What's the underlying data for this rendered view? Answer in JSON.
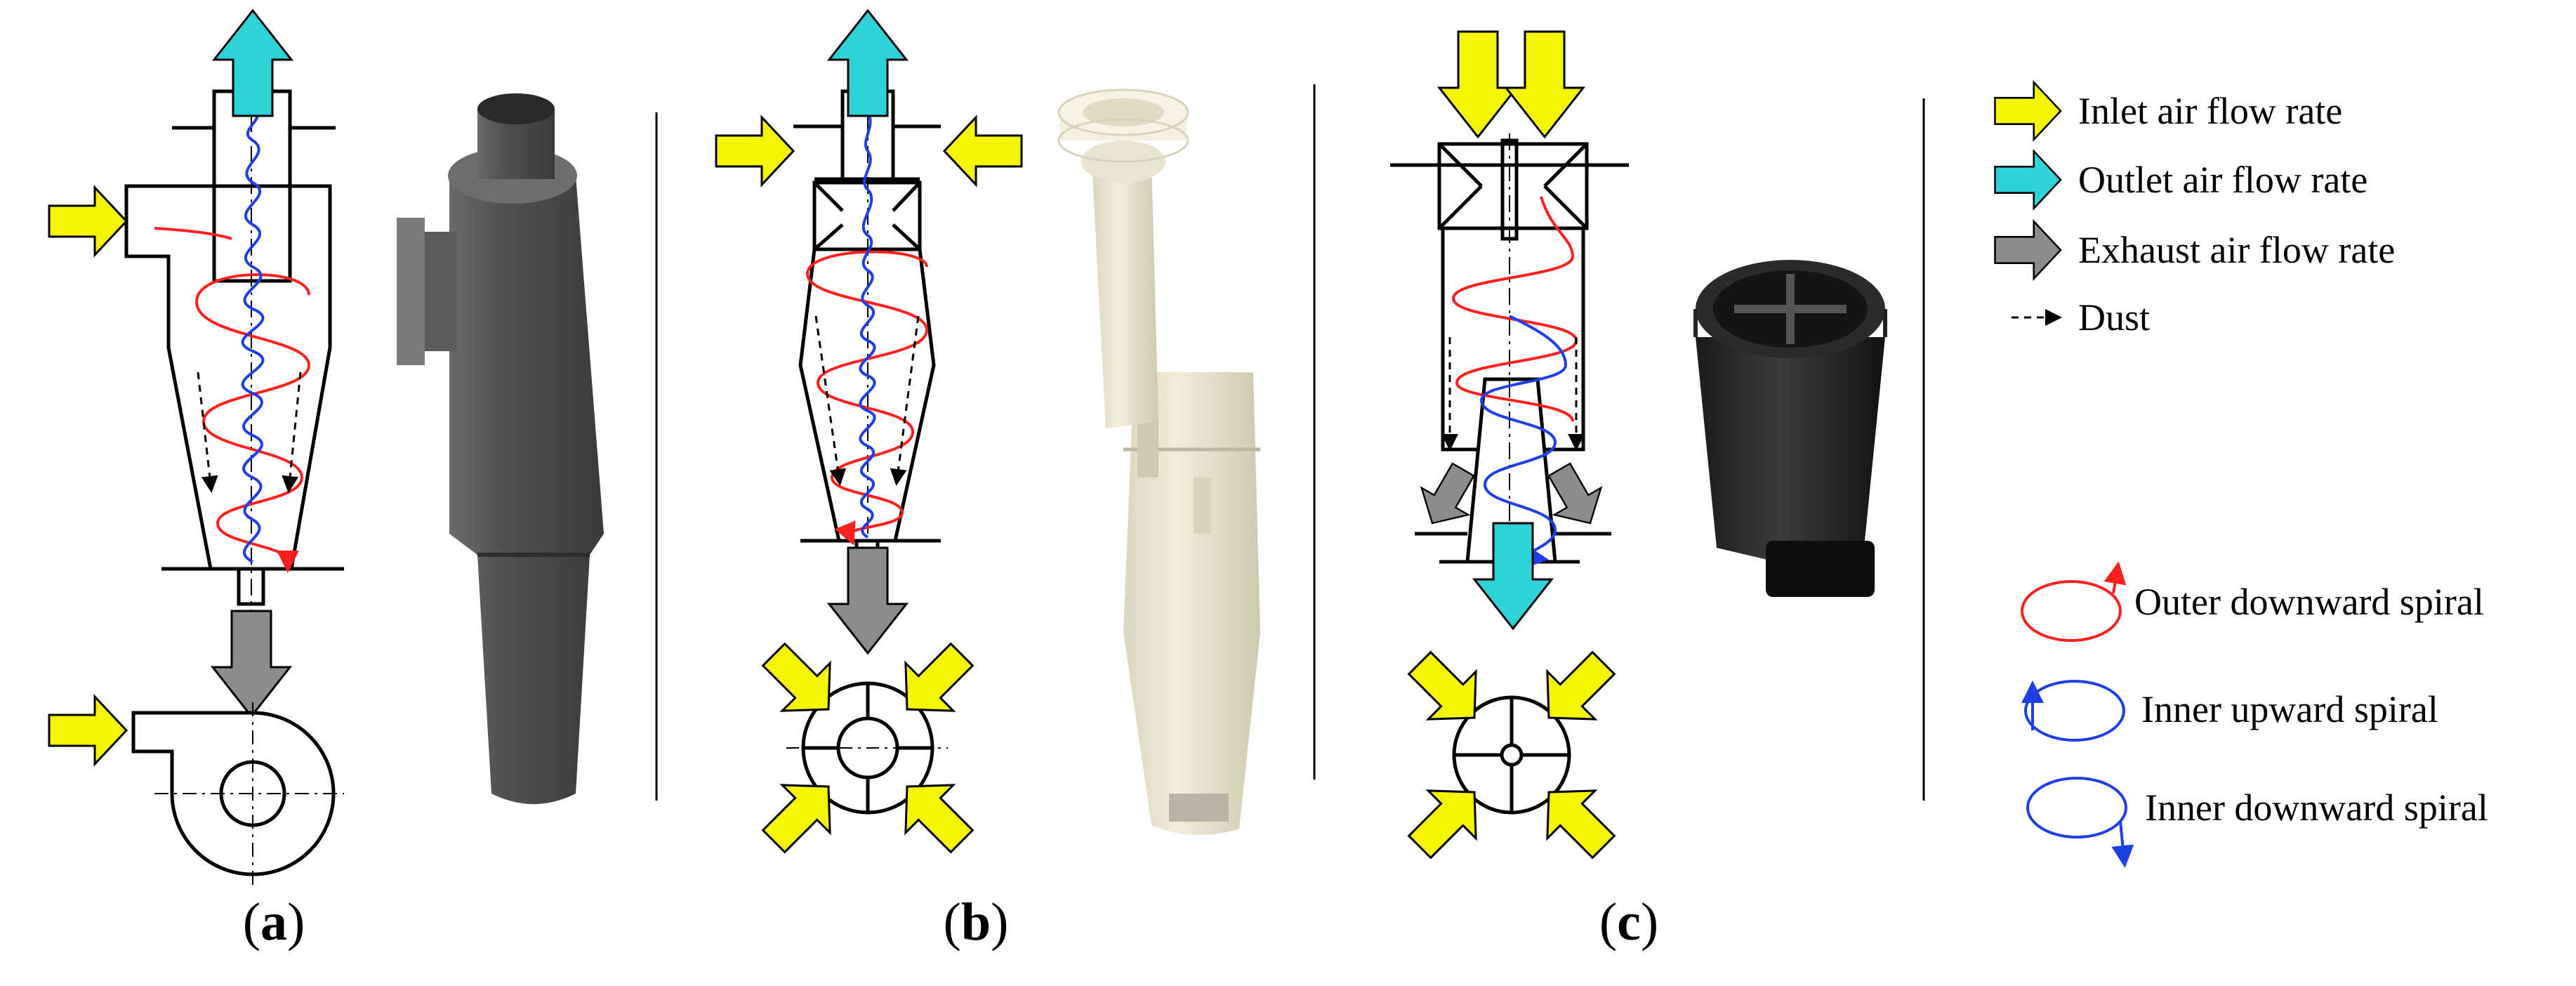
{
  "captions": {
    "a": "a",
    "b": "b",
    "c": "c"
  },
  "legend": {
    "inlet": "Inlet air flow rate",
    "outlet": "Outlet air flow rate",
    "exhaust": "Exhaust air flow rate",
    "dust": "Dust",
    "outer_down": "Outer downward spiral",
    "inner_up": "Inner upward spiral",
    "inner_down": "Inner downward spiral"
  },
  "colors": {
    "inlet_arrow": "#f5f500",
    "outlet_arrow": "#2ed3d8",
    "exhaust_arrow": "#8c8c8c",
    "outer_spiral": "#ff2020",
    "inner_spiral": "#1f3fe6",
    "outline": "#000000",
    "render_dark": "#4a4a4a",
    "render_cream": "#ece6d2"
  }
}
